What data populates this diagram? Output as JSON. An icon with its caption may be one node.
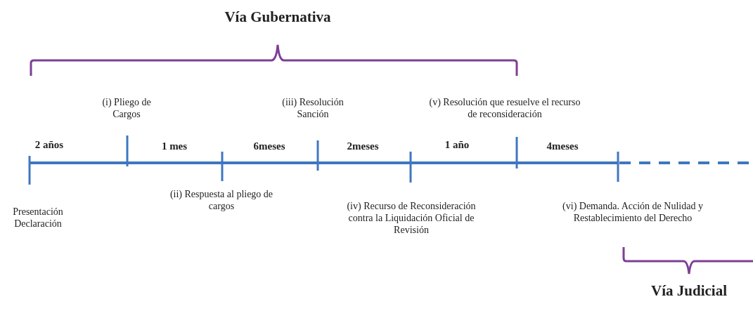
{
  "diagram": {
    "labels": [
      "Vía Gubernativa",
      "(i) Pliego de Cargos",
      "(iii) Resolución Sanción",
      "(v) Resolución que resuelve el recurso de reconsideración",
      "2 años",
      "1 mes",
      "6meses",
      "2meses",
      "1 año",
      "4meses",
      "Presentación Declaración",
      "(ii) Respuesta al pliego de cargos",
      "(iv) Recurso de Reconsideración contra la Liquidación Oficial de Revisión",
      "(vi) Demanda. Acción de Nulidad y Restablecimiento del Derecho",
      "Vía Judicial"
    ]
  }
}
